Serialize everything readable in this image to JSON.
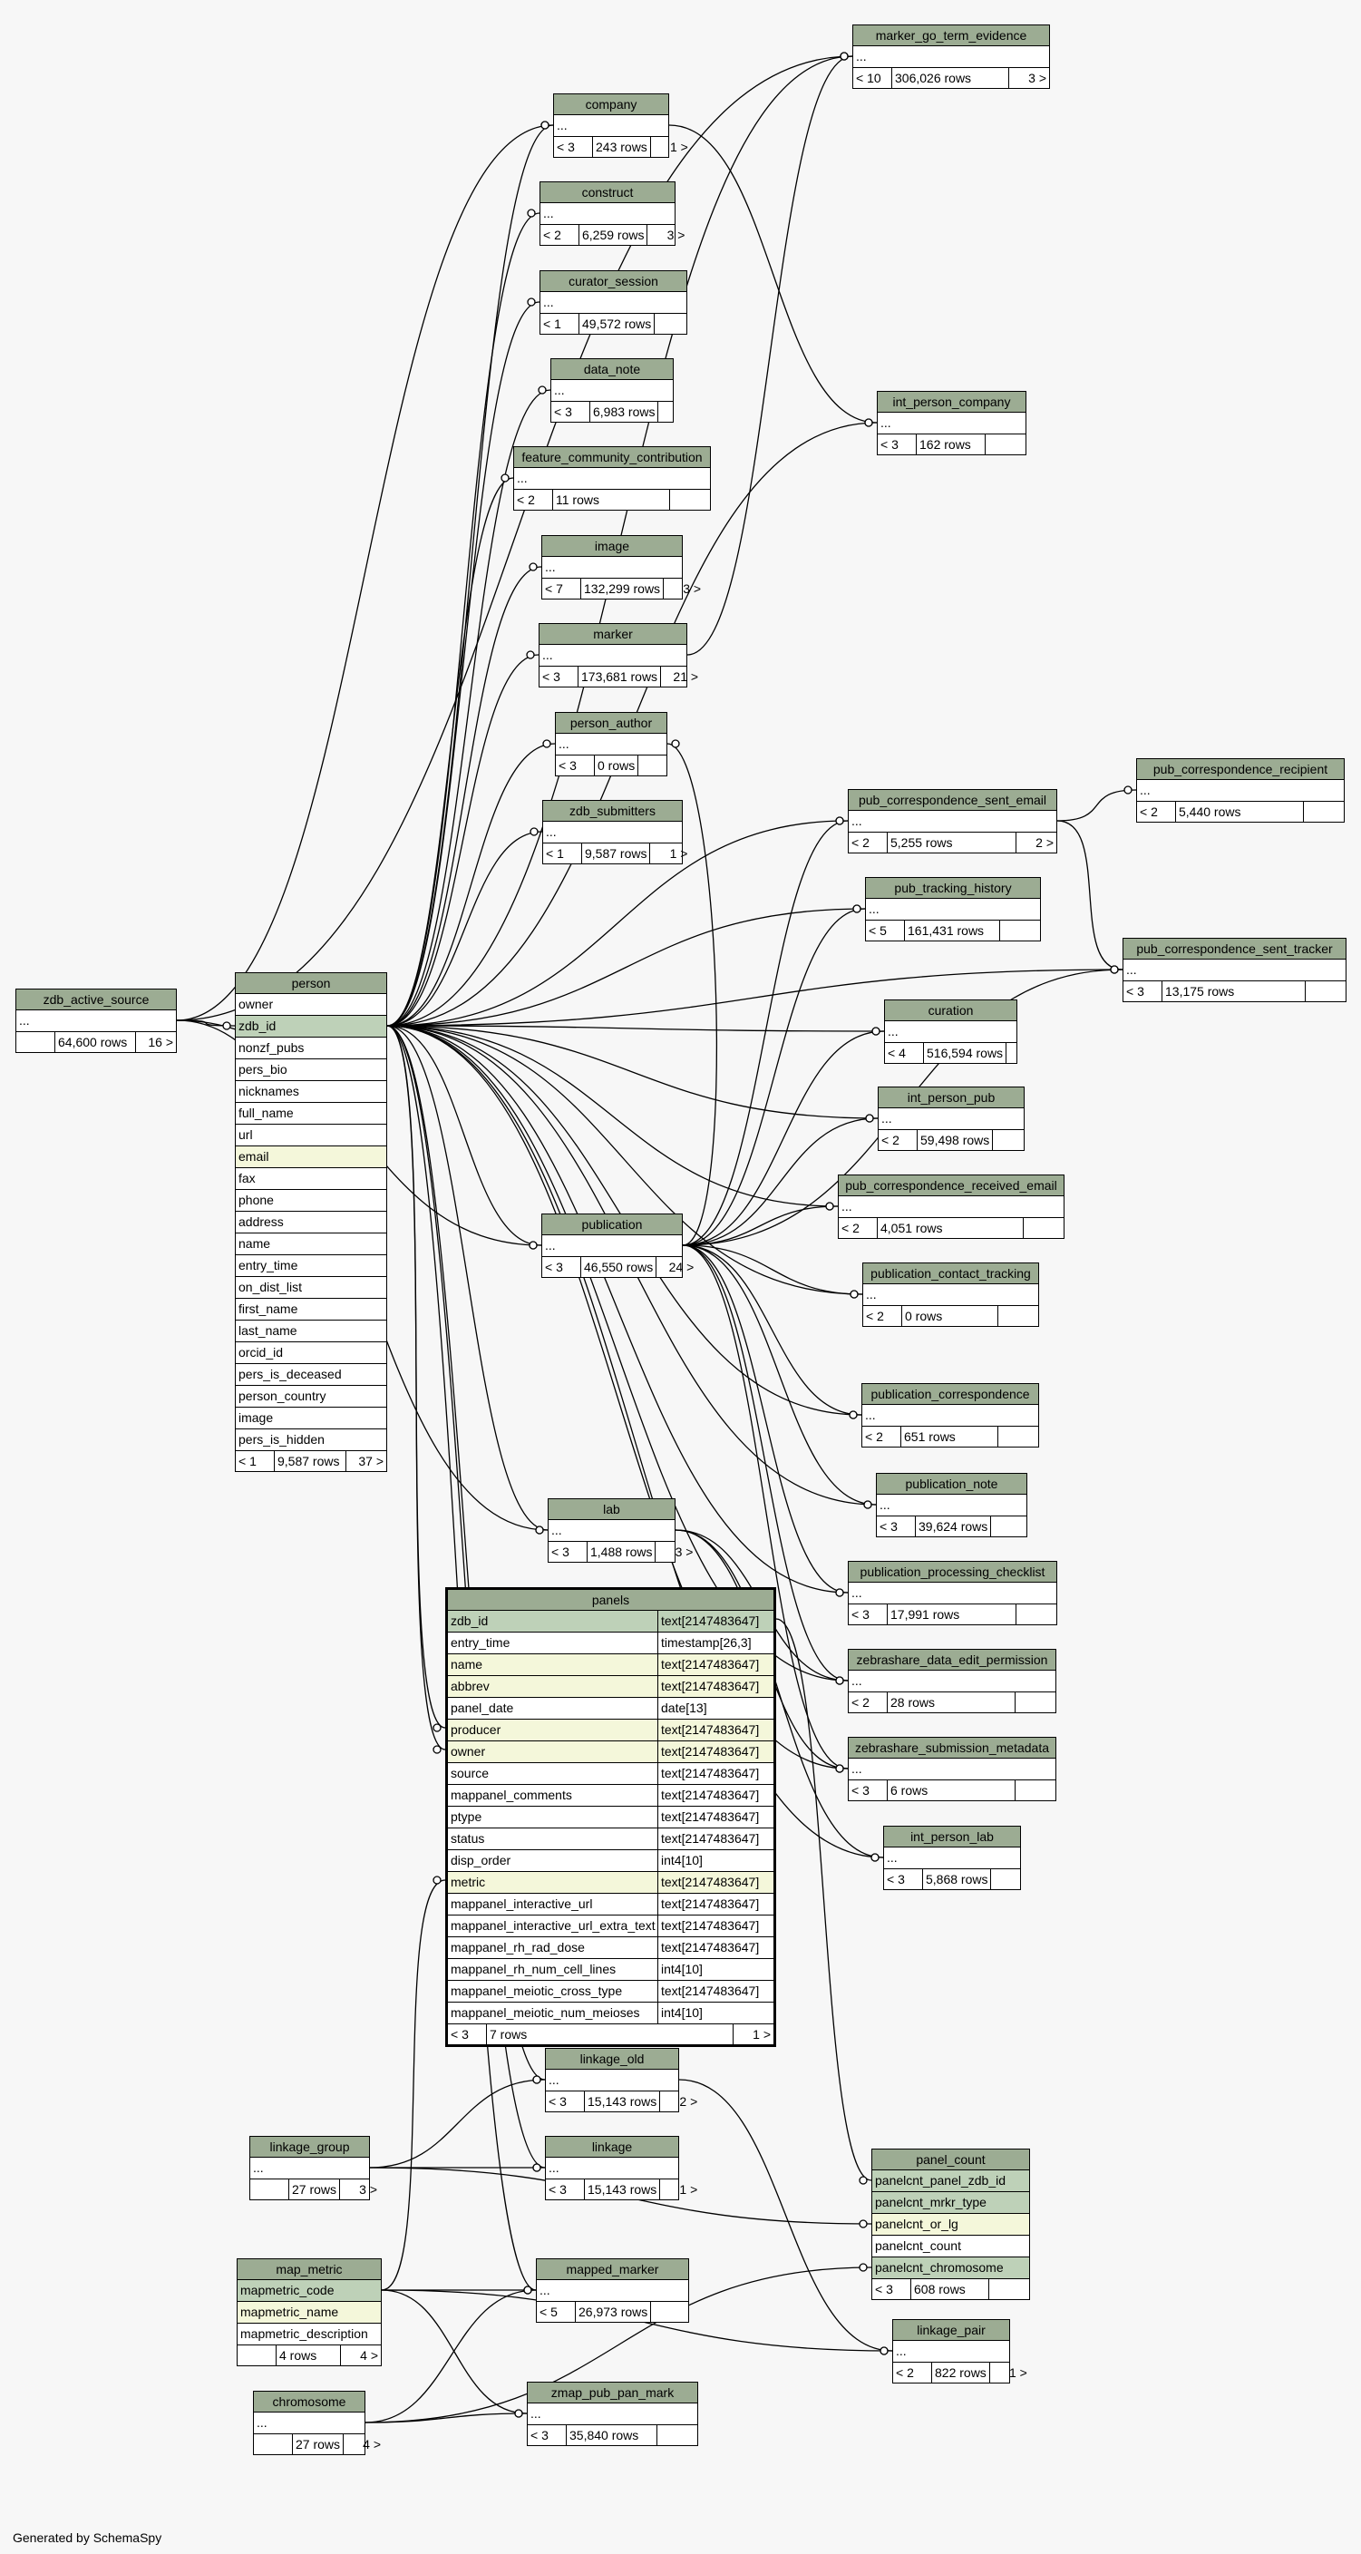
{
  "footer": "Generated by SchemaSpy",
  "tables": [
    {
      "key": "zdb_active_source",
      "name": "zdb_active_source",
      "columns": [
        {
          "name": "..."
        }
      ],
      "footer": {
        "children": "",
        "rows": "64,600 rows",
        "parents": "16 >"
      }
    },
    {
      "key": "person",
      "name": "person",
      "columns": [
        {
          "name": "owner"
        },
        {
          "name": "zdb_id",
          "type": "pk"
        },
        {
          "name": "nonzf_pubs"
        },
        {
          "name": "pers_bio"
        },
        {
          "name": "nicknames"
        },
        {
          "name": "full_name"
        },
        {
          "name": "url"
        },
        {
          "name": "email",
          "type": "idx"
        },
        {
          "name": "fax"
        },
        {
          "name": "phone"
        },
        {
          "name": "address"
        },
        {
          "name": "name"
        },
        {
          "name": "entry_time"
        },
        {
          "name": "on_dist_list"
        },
        {
          "name": "first_name"
        },
        {
          "name": "last_name"
        },
        {
          "name": "orcid_id"
        },
        {
          "name": "pers_is_deceased"
        },
        {
          "name": "person_country"
        },
        {
          "name": "image"
        },
        {
          "name": "pers_is_hidden"
        }
      ],
      "footer": {
        "children": "< 1",
        "rows": "9,587 rows",
        "parents": "37 >"
      }
    },
    {
      "key": "company",
      "name": "company",
      "columns": [
        {
          "name": "..."
        }
      ],
      "footer": {
        "children": "< 3",
        "rows": "243 rows",
        "parents": "1 >"
      }
    },
    {
      "key": "construct",
      "name": "construct",
      "columns": [
        {
          "name": "..."
        }
      ],
      "footer": {
        "children": "< 2",
        "rows": "6,259 rows",
        "parents": "3 >"
      }
    },
    {
      "key": "curator_session",
      "name": "curator_session",
      "columns": [
        {
          "name": "..."
        }
      ],
      "footer": {
        "children": "< 1",
        "rows": "49,572 rows",
        "parents": ""
      }
    },
    {
      "key": "data_note",
      "name": "data_note",
      "columns": [
        {
          "name": "..."
        }
      ],
      "footer": {
        "children": "< 3",
        "rows": "6,983 rows",
        "parents": ""
      }
    },
    {
      "key": "feature_community_contribution",
      "name": "feature_community_contribution",
      "columns": [
        {
          "name": "..."
        }
      ],
      "footer": {
        "children": "< 2",
        "rows": "11 rows",
        "parents": ""
      }
    },
    {
      "key": "image",
      "name": "image",
      "columns": [
        {
          "name": "..."
        }
      ],
      "footer": {
        "children": "< 7",
        "rows": "132,299 rows",
        "parents": "3 >"
      }
    },
    {
      "key": "marker",
      "name": "marker",
      "columns": [
        {
          "name": "..."
        }
      ],
      "footer": {
        "children": "< 3",
        "rows": "173,681 rows",
        "parents": "21 >"
      }
    },
    {
      "key": "person_author",
      "name": "person_author",
      "columns": [
        {
          "name": "..."
        }
      ],
      "footer": {
        "children": "< 3",
        "rows": "0 rows",
        "parents": ""
      }
    },
    {
      "key": "zdb_submitters",
      "name": "zdb_submitters",
      "columns": [
        {
          "name": "..."
        }
      ],
      "footer": {
        "children": "< 1",
        "rows": "9,587 rows",
        "parents": "1 >"
      }
    },
    {
      "key": "publication",
      "name": "publication",
      "columns": [
        {
          "name": "..."
        }
      ],
      "footer": {
        "children": "< 3",
        "rows": "46,550 rows",
        "parents": "24 >"
      }
    },
    {
      "key": "lab",
      "name": "lab",
      "columns": [
        {
          "name": "..."
        }
      ],
      "footer": {
        "children": "< 3",
        "rows": "1,488 rows",
        "parents": "3 >"
      }
    },
    {
      "key": "panels",
      "name": "panels",
      "focus": true,
      "columns": [
        {
          "name": "zdb_id",
          "type": "pk",
          "dtype": "text[2147483647]"
        },
        {
          "name": "entry_time",
          "dtype": "timestamp[26,3]"
        },
        {
          "name": "name",
          "type": "idx",
          "dtype": "text[2147483647]"
        },
        {
          "name": "abbrev",
          "type": "idx",
          "dtype": "text[2147483647]"
        },
        {
          "name": "panel_date",
          "dtype": "date[13]"
        },
        {
          "name": "producer",
          "type": "idx",
          "dtype": "text[2147483647]"
        },
        {
          "name": "owner",
          "type": "idx",
          "dtype": "text[2147483647]"
        },
        {
          "name": "source",
          "dtype": "text[2147483647]"
        },
        {
          "name": "mappanel_comments",
          "dtype": "text[2147483647]"
        },
        {
          "name": "ptype",
          "dtype": "text[2147483647]"
        },
        {
          "name": "status",
          "dtype": "text[2147483647]"
        },
        {
          "name": "disp_order",
          "dtype": "int4[10]"
        },
        {
          "name": "metric",
          "type": "idx",
          "dtype": "text[2147483647]"
        },
        {
          "name": "mappanel_interactive_url",
          "dtype": "text[2147483647]"
        },
        {
          "name": "mappanel_interactive_url_extra_text",
          "dtype": "text[2147483647]"
        },
        {
          "name": "mappanel_rh_rad_dose",
          "dtype": "text[2147483647]"
        },
        {
          "name": "mappanel_rh_num_cell_lines",
          "dtype": "int4[10]"
        },
        {
          "name": "mappanel_meiotic_cross_type",
          "dtype": "text[2147483647]"
        },
        {
          "name": "mappanel_meiotic_num_meioses",
          "dtype": "int4[10]"
        }
      ],
      "footer": {
        "children": "< 3",
        "rows": "7 rows",
        "parents": "1 >"
      }
    },
    {
      "key": "linkage_old",
      "name": "linkage_old",
      "columns": [
        {
          "name": "..."
        }
      ],
      "footer": {
        "children": "< 3",
        "rows": "15,143 rows",
        "parents": "2 >"
      }
    },
    {
      "key": "linkage_group",
      "name": "linkage_group",
      "columns": [
        {
          "name": "..."
        }
      ],
      "footer": {
        "children": "",
        "rows": "27 rows",
        "parents": "3 >"
      }
    },
    {
      "key": "linkage",
      "name": "linkage",
      "columns": [
        {
          "name": "..."
        }
      ],
      "footer": {
        "children": "< 3",
        "rows": "15,143 rows",
        "parents": "1 >"
      }
    },
    {
      "key": "map_metric",
      "name": "map_metric",
      "columns": [
        {
          "name": "mapmetric_code",
          "type": "pk"
        },
        {
          "name": "mapmetric_name",
          "type": "idx"
        },
        {
          "name": "mapmetric_description"
        }
      ],
      "footer": {
        "children": "",
        "rows": "4 rows",
        "parents": "4 >"
      }
    },
    {
      "key": "mapped_marker",
      "name": "mapped_marker",
      "columns": [
        {
          "name": "..."
        }
      ],
      "footer": {
        "children": "< 5",
        "rows": "26,973 rows",
        "parents": ""
      }
    },
    {
      "key": "chromosome",
      "name": "chromosome",
      "columns": [
        {
          "name": "..."
        }
      ],
      "footer": {
        "children": "",
        "rows": "27 rows",
        "parents": "4 >"
      }
    },
    {
      "key": "zmap_pub_pan_mark",
      "name": "zmap_pub_pan_mark",
      "columns": [
        {
          "name": "..."
        }
      ],
      "footer": {
        "children": "< 3",
        "rows": "35,840 rows",
        "parents": ""
      }
    },
    {
      "key": "marker_go_term_evidence",
      "name": "marker_go_term_evidence",
      "columns": [
        {
          "name": "..."
        }
      ],
      "footer": {
        "children": "< 10",
        "rows": "306,026 rows",
        "parents": "3 >"
      }
    },
    {
      "key": "int_person_company",
      "name": "int_person_company",
      "columns": [
        {
          "name": "..."
        }
      ],
      "footer": {
        "children": "< 3",
        "rows": "162 rows",
        "parents": ""
      }
    },
    {
      "key": "pub_correspondence_sent_email",
      "name": "pub_correspondence_sent_email",
      "columns": [
        {
          "name": "..."
        }
      ],
      "footer": {
        "children": "< 2",
        "rows": "5,255 rows",
        "parents": "2 >"
      }
    },
    {
      "key": "pub_correspondence_recipient",
      "name": "pub_correspondence_recipient",
      "columns": [
        {
          "name": "..."
        }
      ],
      "footer": {
        "children": "< 2",
        "rows": "5,440 rows",
        "parents": ""
      }
    },
    {
      "key": "pub_tracking_history",
      "name": "pub_tracking_history",
      "columns": [
        {
          "name": "..."
        }
      ],
      "footer": {
        "children": "< 5",
        "rows": "161,431 rows",
        "parents": ""
      }
    },
    {
      "key": "pub_correspondence_sent_tracker",
      "name": "pub_correspondence_sent_tracker",
      "columns": [
        {
          "name": "..."
        }
      ],
      "footer": {
        "children": "< 3",
        "rows": "13,175 rows",
        "parents": ""
      }
    },
    {
      "key": "curation",
      "name": "curation",
      "columns": [
        {
          "name": "..."
        }
      ],
      "footer": {
        "children": "< 4",
        "rows": "516,594 rows",
        "parents": ""
      }
    },
    {
      "key": "int_person_pub",
      "name": "int_person_pub",
      "columns": [
        {
          "name": "..."
        }
      ],
      "footer": {
        "children": "< 2",
        "rows": "59,498 rows",
        "parents": ""
      }
    },
    {
      "key": "pub_correspondence_received_email",
      "name": "pub_correspondence_received_email",
      "columns": [
        {
          "name": "..."
        }
      ],
      "footer": {
        "children": "< 2",
        "rows": "4,051 rows",
        "parents": ""
      }
    },
    {
      "key": "publication_contact_tracking",
      "name": "publication_contact_tracking",
      "columns": [
        {
          "name": "..."
        }
      ],
      "footer": {
        "children": "< 2",
        "rows": "0 rows",
        "parents": ""
      }
    },
    {
      "key": "publication_correspondence",
      "name": "publication_correspondence",
      "columns": [
        {
          "name": "..."
        }
      ],
      "footer": {
        "children": "< 2",
        "rows": "651 rows",
        "parents": ""
      }
    },
    {
      "key": "publication_note",
      "name": "publication_note",
      "columns": [
        {
          "name": "..."
        }
      ],
      "footer": {
        "children": "< 3",
        "rows": "39,624 rows",
        "parents": ""
      }
    },
    {
      "key": "publication_processing_checklist",
      "name": "publication_processing_checklist",
      "columns": [
        {
          "name": "..."
        }
      ],
      "footer": {
        "children": "< 3",
        "rows": "17,991 rows",
        "parents": ""
      }
    },
    {
      "key": "zebrashare_data_edit_permission",
      "name": "zebrashare_data_edit_permission",
      "columns": [
        {
          "name": "..."
        }
      ],
      "footer": {
        "children": "< 2",
        "rows": "28 rows",
        "parents": ""
      }
    },
    {
      "key": "zebrashare_submission_metadata",
      "name": "zebrashare_submission_metadata",
      "columns": [
        {
          "name": "..."
        }
      ],
      "footer": {
        "children": "< 3",
        "rows": "6 rows",
        "parents": ""
      }
    },
    {
      "key": "int_person_lab",
      "name": "int_person_lab",
      "columns": [
        {
          "name": "..."
        }
      ],
      "footer": {
        "children": "< 3",
        "rows": "5,868 rows",
        "parents": ""
      }
    },
    {
      "key": "panel_count",
      "name": "panel_count",
      "columns": [
        {
          "name": "panelcnt_panel_zdb_id",
          "type": "pk"
        },
        {
          "name": "panelcnt_mrkr_type",
          "type": "pk"
        },
        {
          "name": "panelcnt_or_lg",
          "type": "idx"
        },
        {
          "name": "panelcnt_count"
        },
        {
          "name": "panelcnt_chromosome",
          "type": "pk"
        }
      ],
      "footer": {
        "children": "< 3",
        "rows": "608 rows",
        "parents": ""
      }
    },
    {
      "key": "linkage_pair",
      "name": "linkage_pair",
      "columns": [
        {
          "name": "..."
        }
      ],
      "footer": {
        "children": "< 2",
        "rows": "822 rows",
        "parents": "1 >"
      }
    }
  ]
}
